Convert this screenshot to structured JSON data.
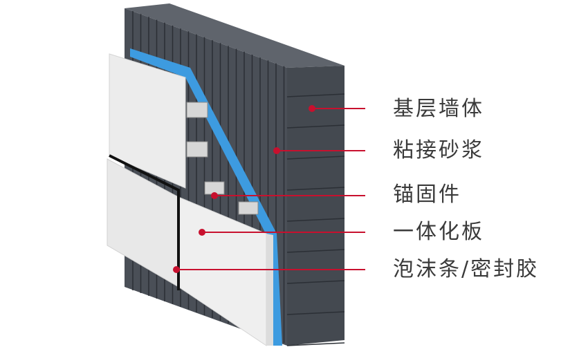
{
  "labels": [
    {
      "text": "基层墙体"
    },
    {
      "text": "粘接砂浆"
    },
    {
      "text": "锚固件"
    },
    {
      "text": "一体化板"
    },
    {
      "text": "泡沫条/密封胶"
    }
  ],
  "colors": {
    "brick": "#4a4f57",
    "brick_top": "#5f646c",
    "mortar": "#2b2f35",
    "panel": "#ececec",
    "panel_edge": "#dcdcdc",
    "insulation": "#3d9be0",
    "leader": "#c8102e",
    "seal": "#111111"
  }
}
